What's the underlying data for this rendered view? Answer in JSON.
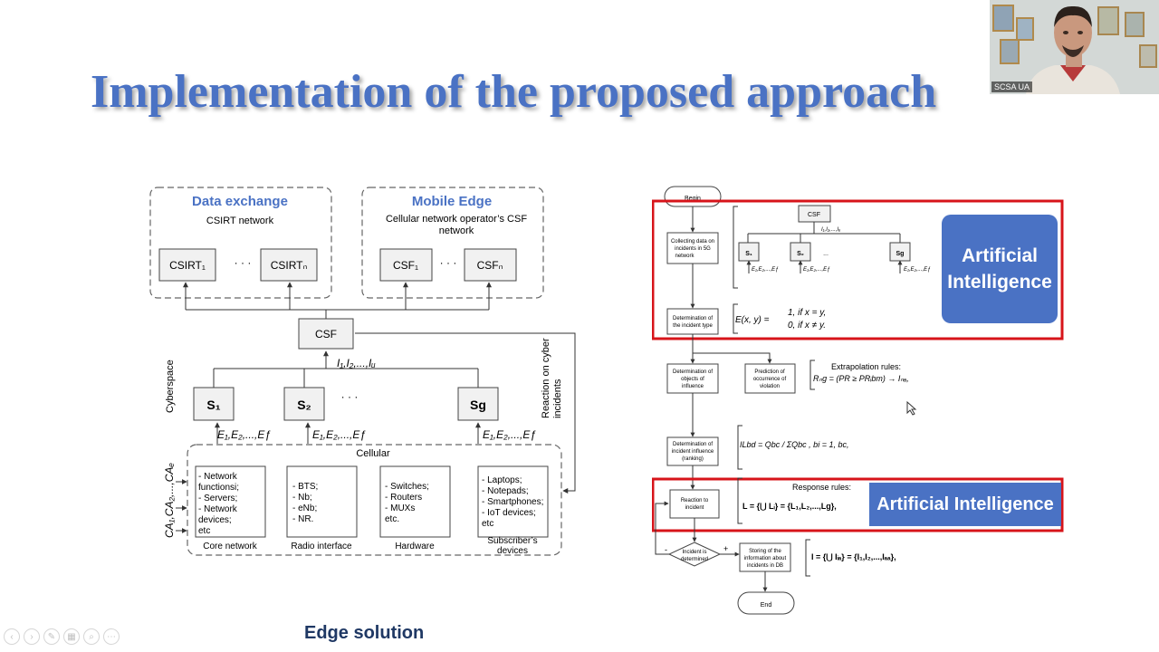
{
  "slide": {
    "title": "Implementation of the proposed approach",
    "caption": "Edge solution"
  },
  "webcam": {
    "label": "SCSA UA"
  },
  "toolbar": {
    "icons": [
      "arrow-left-icon",
      "arrow-right-icon",
      "pen-icon",
      "grid-icon",
      "zoom-icon",
      "more-icon"
    ],
    "glyphs": [
      "‹",
      "›",
      "✎",
      "▦",
      "⌕",
      "⋯"
    ]
  },
  "diagram_left": {
    "data_exchange_title": "Data exchange",
    "csirt_network": "CSIRT network",
    "csirt1": "CSIRT₁",
    "csirtN": "CSIRTₙ",
    "dots": "· · ·",
    "mobile_edge_title": "Mobile Edge",
    "operator_line1": "Cellular network operator’s CSF",
    "operator_line2": "network",
    "csf1": "CSF₁",
    "csfN": "CSFₙ",
    "csf": "CSF",
    "incidents": "I₁,I₂,...,Iᵤ",
    "cyberspace": "Cyberspace",
    "reaction_line1": "Reaction on cyber",
    "reaction_line2": "incidents",
    "s1": "S₁",
    "s2": "S₂",
    "sg": "Sg",
    "events": "E₁,E₂,...,Eƒ",
    "cellular": "Cellular",
    "ca_vector": "CA₁,CA₂,...,CAₑ",
    "core_items": [
      "- Network",
      "functionsi;",
      "- Servers;",
      "- Network",
      "devices;",
      "etc"
    ],
    "radio_items": [
      "- BTS;",
      "- Nb;",
      "- eNb;",
      "- NR."
    ],
    "hw_items": [
      "- Switches;",
      "- Routers",
      "- MUXs",
      "etc."
    ],
    "sub_items": [
      "- Laptops;",
      "- Notepads;",
      "- Smartphones;",
      "- IoT devices;",
      "etc"
    ],
    "core_label": "Core network",
    "radio_label": "Radio interface",
    "hw_label": "Hardware",
    "sub_label1": "Subscriber’s",
    "sub_label2": "devices"
  },
  "diagram_right": {
    "begin": "Begin",
    "collect1": "Collecting data on",
    "collect2": "incidents in 5G",
    "collect3": "network",
    "csf": "CSF",
    "s1": "S₁",
    "s2": "S₂",
    "sg": "Sg",
    "incidents": "I₁,I₂,...,Iᵤ",
    "events": "E₁,E₂,...,Eƒ",
    "dots": "...",
    "det_type1": "Determination of",
    "det_type2": "the incident type",
    "formula_e_lhs": "E(x, y) =",
    "formula_e1": "1, if  x = y,",
    "formula_e2": "0, if  x ≠ y.",
    "det_obj1": "Determination of",
    "det_obj2": "objects of",
    "det_obj3": "influence",
    "pred1": "Prediction of",
    "pred2": "occurrence of",
    "pred3": "violation",
    "extrap_title": "Extrapolation rules:",
    "extrap_formula": "Rₙg = (PR ≥ PRᵢbm) → Iₙₐ,",
    "rank1": "Determination of",
    "rank2": "incident influence",
    "rank3": "(ranking)",
    "rank_formula": "ILbd = Qbc / ΣQbc , bi = 1, bc,",
    "reaction1": "Reaction to",
    "reaction2": "incident",
    "response_title": "Response rules:",
    "response_formula": "L = {⋃ Lᵢ} = {L₁,L₂,...,Lg},",
    "decision1": "Incident is",
    "decision2": "determined",
    "minus": "-",
    "plus": "+",
    "store1": "Storing of the",
    "store2": "information about",
    "store3": "incidents in DB",
    "store_formula": "I = {⋃ Iᵢₐ} = {I₁,I₂,...,Iₐₐ},",
    "end": "End",
    "ai_label": "Artificial Intelligence",
    "ai_line1": "Artificial",
    "ai_line2": "Intelligence"
  },
  "colors": {
    "title": "#4a72c4",
    "accent_red": "#d7141a",
    "ai_blue": "#4a72c4",
    "caption": "#1f3864"
  }
}
